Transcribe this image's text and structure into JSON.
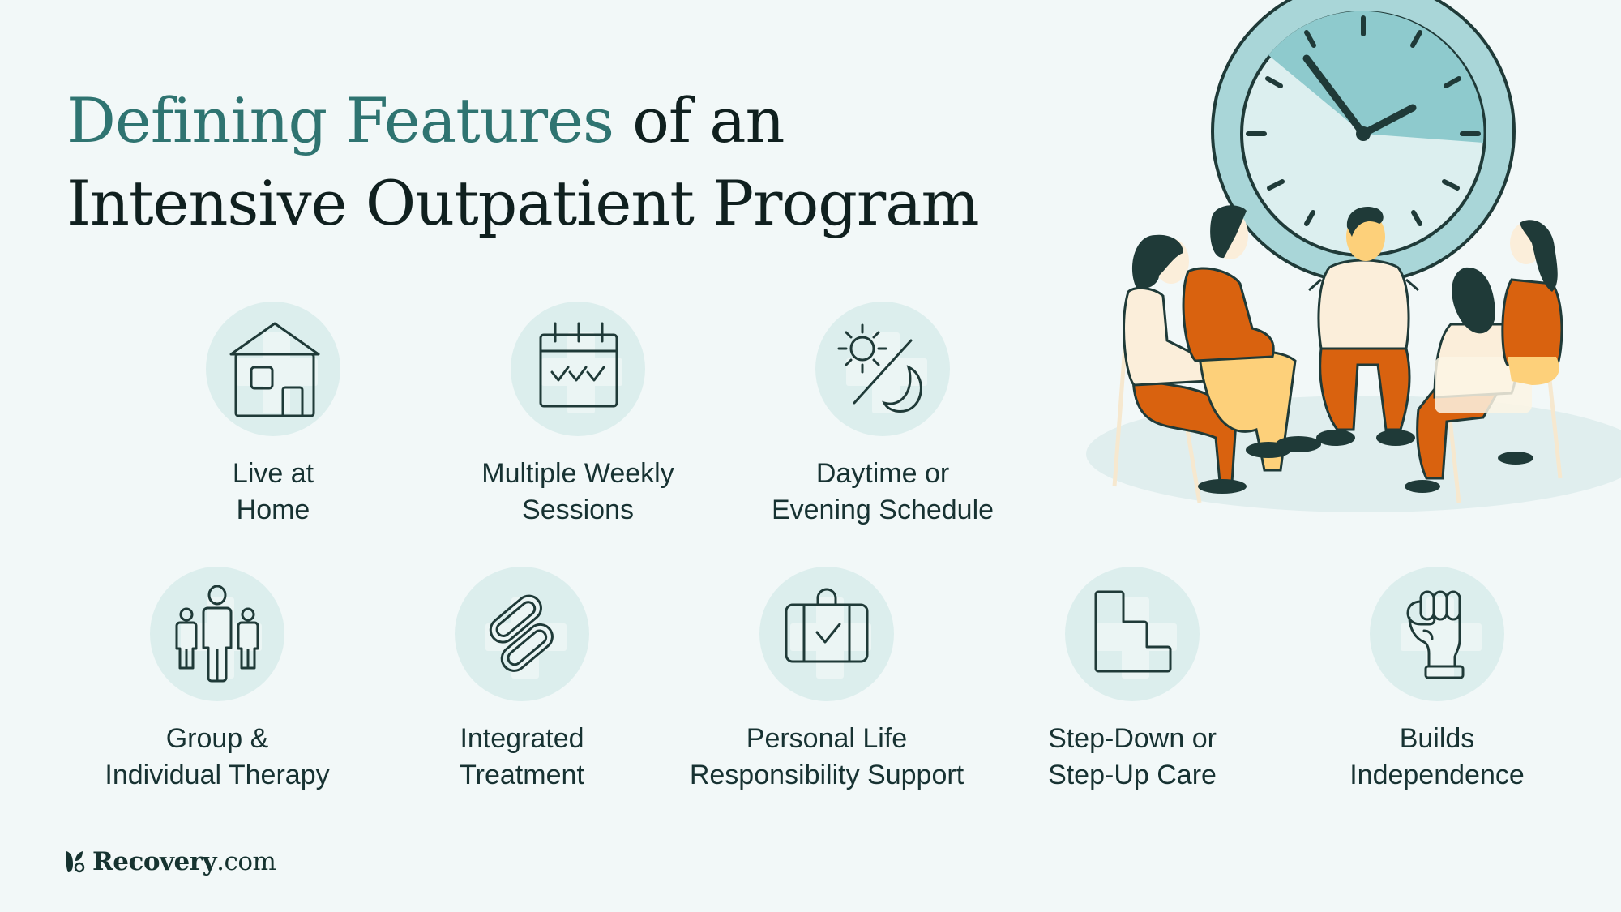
{
  "title": {
    "accent": "Defining Features",
    "rest_line1": " of an",
    "line2": "Intensive Outpatient Program"
  },
  "features_row1": [
    {
      "icon": "house-icon",
      "line1": "Live at",
      "line2": "Home"
    },
    {
      "icon": "calendar-checks-icon",
      "line1": "Multiple Weekly",
      "line2": "Sessions"
    },
    {
      "icon": "sun-moon-icon",
      "line1": "Daytime or",
      "line2": "Evening Schedule"
    }
  ],
  "features_row2": [
    {
      "icon": "people-group-icon",
      "line1": "Group &",
      "line2": "Individual Therapy"
    },
    {
      "icon": "chain-link-icon",
      "line1": "Integrated",
      "line2": "Treatment"
    },
    {
      "icon": "briefcase-check-icon",
      "line1": "Personal Life",
      "line2": "Responsibility Support"
    },
    {
      "icon": "steps-icon",
      "line1": "Step-Down or",
      "line2": "Step-Up Care"
    },
    {
      "icon": "raised-fist-icon",
      "line1": "Builds",
      "line2": "Independence"
    }
  ],
  "logo": {
    "name": "Recovery",
    "tld": ".com"
  },
  "illustration": {
    "description": "Group therapy circle of five people seated under a large clock"
  },
  "colors": {
    "background": "#f2f8f8",
    "title_accent": "#2f7471",
    "title_dark": "#10201f",
    "badge": "#dceeed",
    "icon_stroke": "#1f3a38",
    "orange": "#d9620f",
    "cream": "#fbeeda",
    "clock_rim": "#a9d6d8"
  }
}
